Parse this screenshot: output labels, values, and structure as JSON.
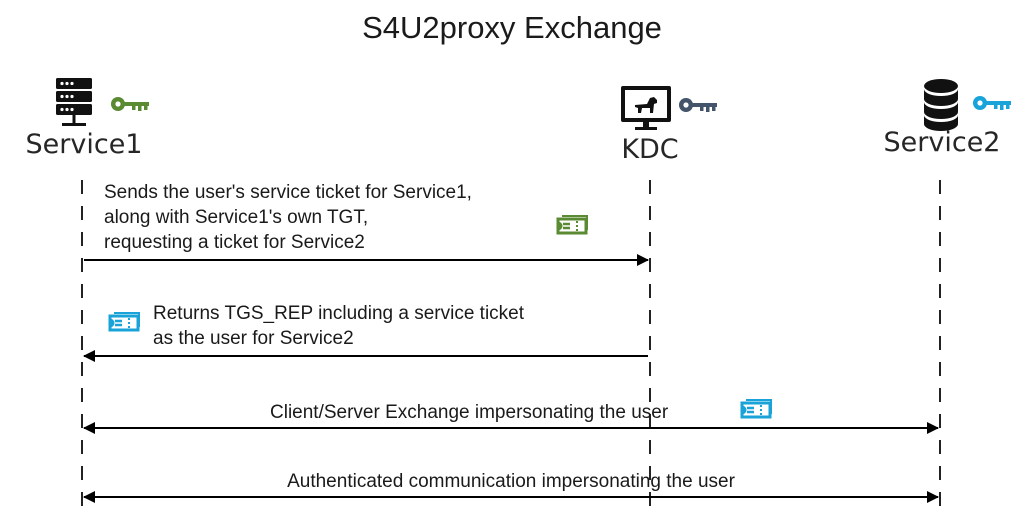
{
  "title": "S4U2proxy Exchange",
  "actors": [
    {
      "id": "service1",
      "label": "Service1",
      "icon": "server-icon",
      "key_color": "#5a8a32"
    },
    {
      "id": "kdc",
      "label": "KDC",
      "icon": "monitor-dog-icon",
      "key_color": "#44546a"
    },
    {
      "id": "service2",
      "label": "Service2",
      "icon": "database-icon",
      "key_color": "#1aa3d9"
    }
  ],
  "messages": [
    {
      "from": "Service1",
      "to": "KDC",
      "lines": [
        "Sends the user's service ticket for Service1,",
        "along with Service1's own TGT,",
        "requesting a ticket for Service2"
      ],
      "ticket_color": "#5a8a32"
    },
    {
      "from": "KDC",
      "to": "Service1",
      "lines": [
        "Returns TGS_REP including a service ticket",
        "as the user for Service2"
      ],
      "ticket_color": "#1aa3d9"
    },
    {
      "from": "Service1",
      "to": "Service2",
      "bidirectional": true,
      "lines": [
        "Client/Server Exchange impersonating the user"
      ],
      "ticket_color": "#1aa3d9"
    },
    {
      "from": "Service1",
      "to": "Service2",
      "bidirectional": true,
      "lines": [
        "Authenticated communication impersonating the user"
      ]
    }
  ]
}
